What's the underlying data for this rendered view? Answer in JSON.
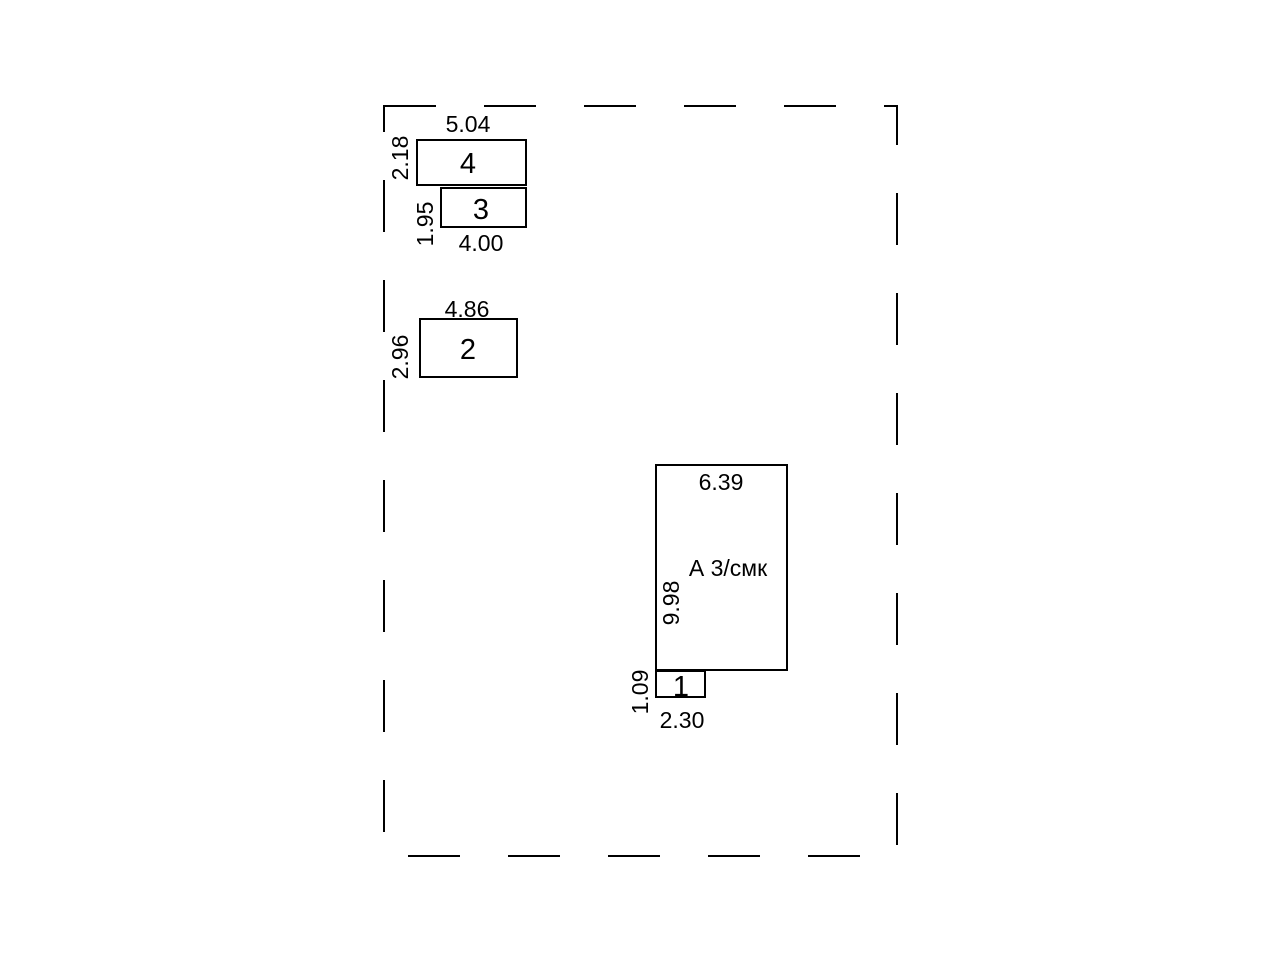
{
  "plot": {
    "label": "А 3/смк"
  },
  "buildings": [
    {
      "id": "4",
      "width": "5.04",
      "height": "2.18"
    },
    {
      "id": "3",
      "width": "4.00",
      "height": "1.95"
    },
    {
      "id": "2",
      "width": "4.86",
      "height": "2.96"
    },
    {
      "id": "main",
      "width": "6.39",
      "height": "9.98"
    },
    {
      "id": "1",
      "width": "2.30",
      "height": "1.09"
    }
  ]
}
